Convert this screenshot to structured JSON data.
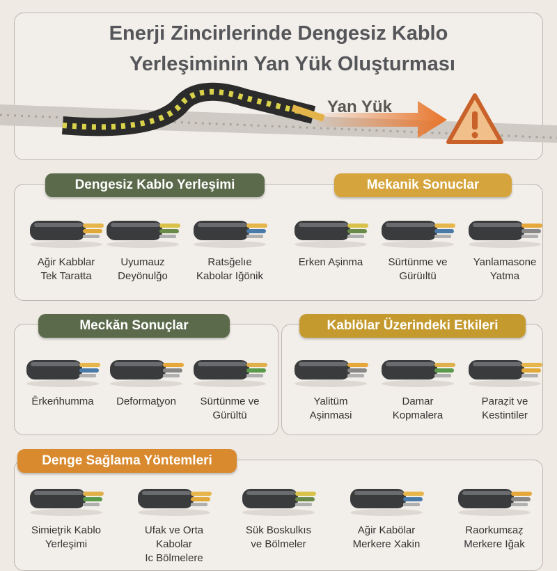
{
  "title": {
    "line1": "Enerji Zincirlerinde Dengesiz Kablo",
    "line2": "Yerleşiminin Yan Yük Oluşturması"
  },
  "hero": {
    "force_label": "Yan Yük",
    "warning_icon": "warning-triangle-icon",
    "arrow_color": "#e8742a"
  },
  "sections": [
    {
      "header": "Dengesiz Kablo Yerleşimi",
      "items": [
        "Ağir Kabblar\nTek Taraŧta",
        "Uyumauz\nDeyönulğo",
        "Ratsğelıe\nKabolar Iğönik"
      ]
    },
    {
      "header": "Mekanik Sonuclar",
      "items": [
        "Erken Aşinma",
        "Sürtünme ve\nGürüıltü",
        "Yanlamasоne\nYatma"
      ]
    },
    {
      "header": "Meckăn Sonuçlar",
      "items": [
        "Ērkeńhumma",
        "Deformaţyon",
        "Sürtünme ve\nGürültü"
      ]
    },
    {
      "header": "Kablölar Üzerindeki Etkileri",
      "items": [
        "Yalitüm\nAşinmasi",
        "Damar\nKopmalera",
        "Paraẓit ve\nKestintiler"
      ]
    },
    {
      "header": "Denge Sağlama Yöntemleri",
      "items": [
        "Simieţrik Kablo\nYerleşimi",
        "Ufak ve Orta Kabolar\nIc Bölmelere",
        "Sük Boskulkıs\nve Bölmeler",
        "Ağir Kabölar\nMerkere Xakin",
        "Raorkumεaẓ\nMerkere Iğak"
      ]
    }
  ],
  "colors": {
    "green": "#5b6a4b",
    "gold": "#d5a43c",
    "orange": "#d98a2f",
    "background": "#efeae4"
  }
}
